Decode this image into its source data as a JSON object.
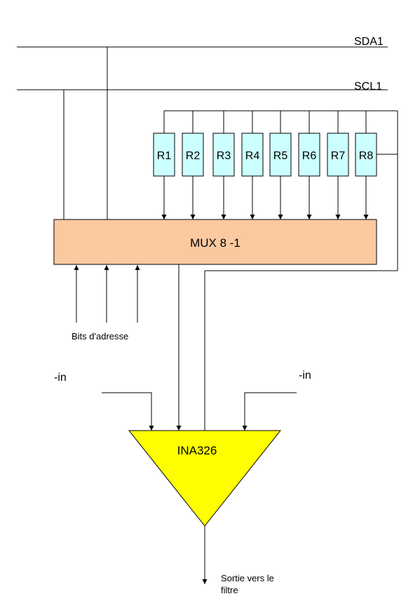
{
  "buses": {
    "sda_label": "SDA1",
    "scl_label": "SCL1"
  },
  "resistors": [
    "R1",
    "R2",
    "R3",
    "R4",
    "R5",
    "R6",
    "R7",
    "R8"
  ],
  "mux": {
    "label": "MUX 8 -1"
  },
  "address": {
    "label": "Bits d'adresse"
  },
  "amplifier": {
    "label": "INA326"
  },
  "inputs": {
    "left_label": "-in",
    "right_label": "-in"
  },
  "output": {
    "label_line1": "Sortie vers le",
    "label_line2": "filtre"
  },
  "colors": {
    "resistor_fill": "#ccffff",
    "mux_fill": "#fbc9a0",
    "amplifier_fill": "#ffff00",
    "line": "#000000"
  }
}
